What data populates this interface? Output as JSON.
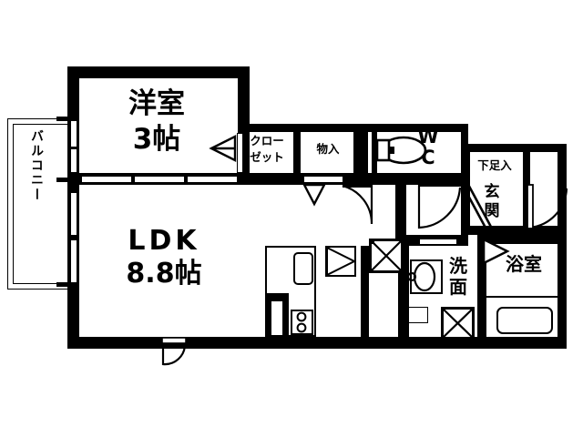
{
  "plan": {
    "title": "間取り図",
    "rooms": [
      {
        "id": "washitsu",
        "name": "洋室",
        "line1": "洋室",
        "line2": "3帖",
        "size": "3帖"
      },
      {
        "id": "ldk",
        "name": "LDK",
        "line1": "LDK",
        "line2": "8.8帖",
        "size": "8.8帖"
      },
      {
        "id": "balcony",
        "name": "バルコニー",
        "line1": "バルコニー",
        "line2": "",
        "size": ""
      },
      {
        "id": "closet",
        "name": "クローゼット",
        "line1": "クロー",
        "line2": "ゼット",
        "size": ""
      },
      {
        "id": "storage",
        "name": "物入",
        "line1": "物入",
        "line2": "",
        "size": ""
      },
      {
        "id": "wc",
        "name": "WC",
        "line1": "W",
        "line2": "C",
        "size": ""
      },
      {
        "id": "shoebox",
        "name": "下足入",
        "line1": "下足入",
        "line2": "",
        "size": ""
      },
      {
        "id": "genkan",
        "name": "玄関",
        "line1": "玄",
        "line2": "関",
        "size": ""
      },
      {
        "id": "washroom",
        "name": "洗面",
        "line1": "洗",
        "line2": "面",
        "size": ""
      },
      {
        "id": "bathroom",
        "name": "浴室",
        "line1": "浴室",
        "line2": "",
        "size": ""
      }
    ],
    "labels": {
      "washitsu_l1": "洋室",
      "washitsu_l2": "3帖",
      "ldk_l1": "LDK",
      "ldk_l2": "8.8帖",
      "balcony": "バルコニー",
      "closet_l1": "クロー",
      "closet_l2": "ゼット",
      "storage": "物入",
      "wc_l1": "W",
      "wc_l2": "C",
      "shoebox": "下足入",
      "genkan_l1": "玄",
      "genkan_l2": "関",
      "washroom_l1": "洗",
      "washroom_l2": "面",
      "bathroom": "浴室"
    },
    "fixtures": [
      {
        "id": "toilet",
        "name": "toilet-fixture"
      },
      {
        "id": "sink",
        "name": "kitchen-sink"
      },
      {
        "id": "stove",
        "name": "gas-stove-two-burner"
      },
      {
        "id": "rangehood",
        "name": "range-hood"
      },
      {
        "id": "bathtub",
        "name": "bathtub"
      },
      {
        "id": "vanity",
        "name": "vanity-basin"
      },
      {
        "id": "washer",
        "name": "washing-machine-space"
      },
      {
        "id": "fridge",
        "name": "refrigerator-space"
      }
    ],
    "colors": {
      "wall": "#000000",
      "floor": "#ffffff",
      "line": "#000000"
    }
  }
}
